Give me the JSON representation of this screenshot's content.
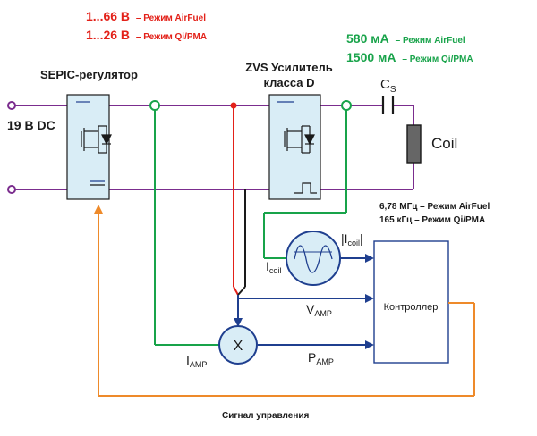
{
  "colors": {
    "red": "#e32119",
    "green": "#18a34a",
    "purple": "#7b2d8e",
    "navy": "#1f3f8f",
    "orange": "#ee8a2a",
    "black": "#1a1a1a",
    "block_fill": "#d9edf6",
    "coil_fill": "#666666"
  },
  "top_annotations": {
    "airfuel_voltage_value": "1...66 В",
    "airfuel_voltage_mode": "– Режим AirFuel",
    "qi_voltage_value": "1...26 В",
    "qi_voltage_mode": "– Режим Qi/PMA",
    "airfuel_current_value": "580 мА",
    "airfuel_current_mode": "– Режим AirFuel",
    "qi_current_value": "1500 мА",
    "qi_current_mode": "– Режим Qi/PMA"
  },
  "blocks": {
    "sepic_label": "SEPIC-регулятор",
    "zvs_label_line1": "ZVS Усилитель",
    "zvs_label_line2": "класса D",
    "controller_label": "Контроллер",
    "multiplier_symbol": "X",
    "coil_label": "Coil",
    "cap_label": "C",
    "cap_subscript": "S"
  },
  "input": {
    "voltage_label": "19 В DC"
  },
  "frequency": {
    "airfuel": "6,78 МГц – Режим AirFuel",
    "qi": "165 кГц – Режим Qi/PMA"
  },
  "signals": {
    "i_coil_abs": "|I",
    "i_coil_abs_sub": "coil",
    "i_coil_abs_end": "|",
    "i_coil": "I",
    "i_coil_sub": "coil",
    "v_amp": "V",
    "v_amp_sub": "AMP",
    "p_amp": "P",
    "p_amp_sub": "AMP",
    "i_amp": "I",
    "i_amp_sub": "AMP",
    "control_signal": "Сигнал управления"
  }
}
